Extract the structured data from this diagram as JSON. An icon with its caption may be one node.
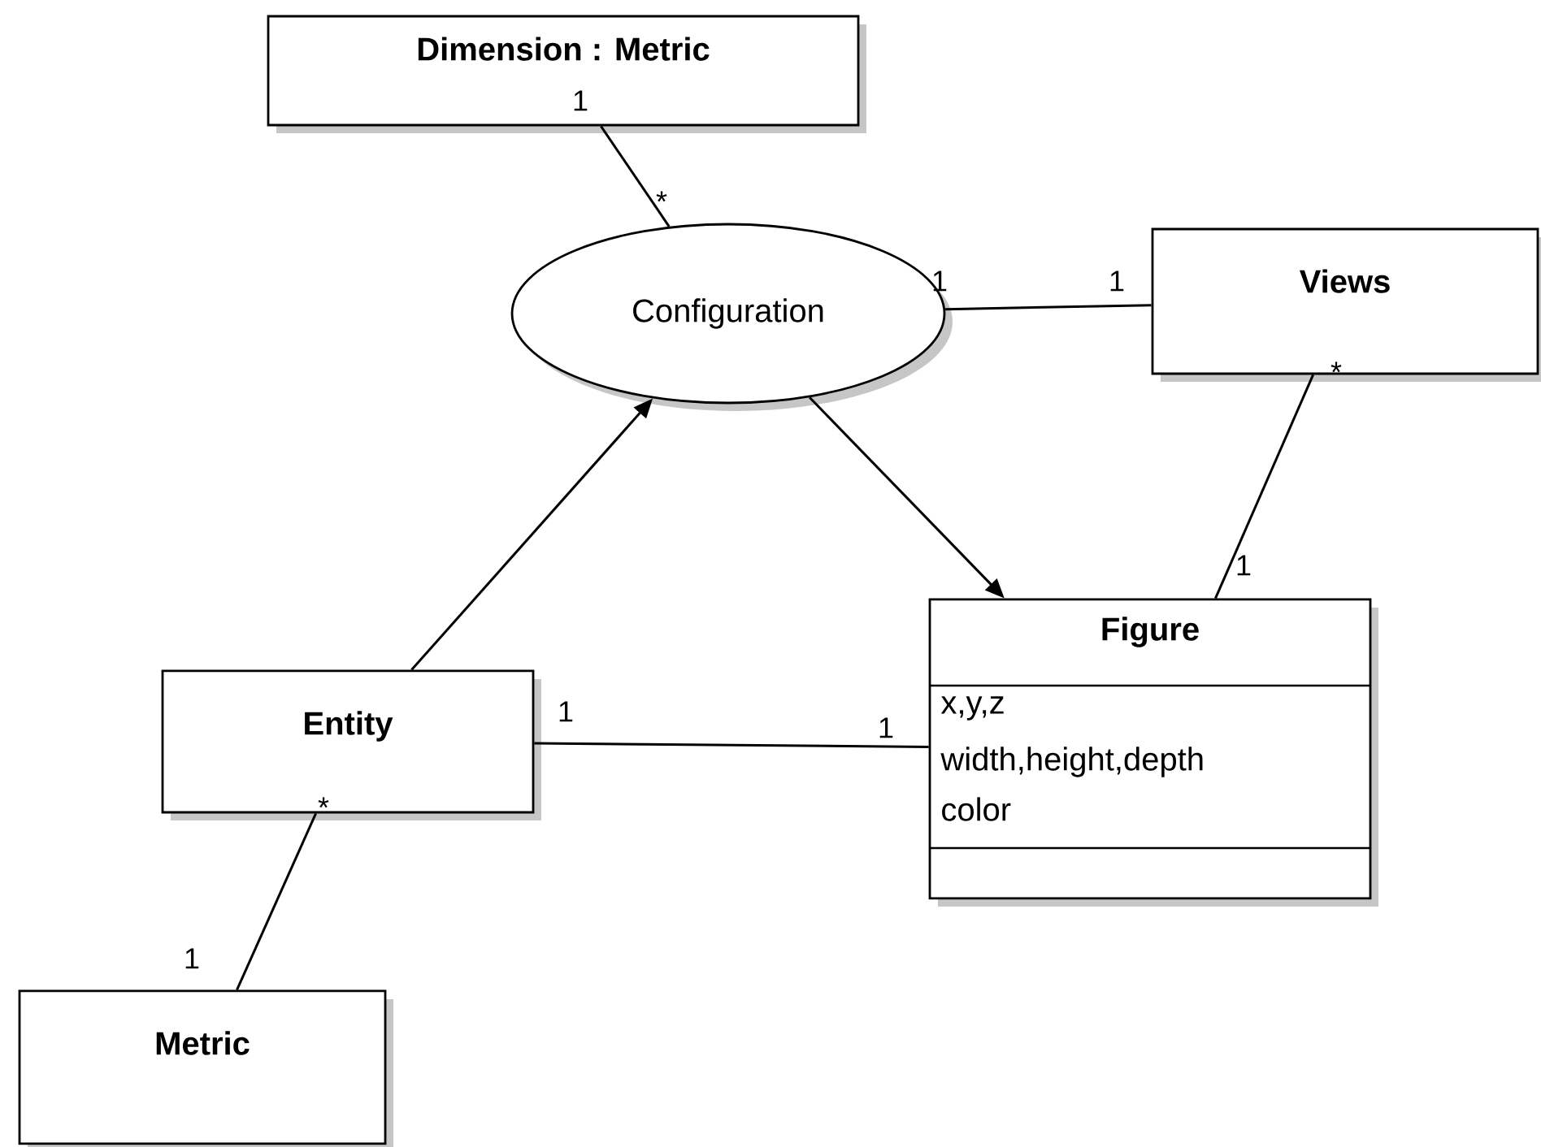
{
  "diagram": {
    "nodes": [
      {
        "text": [
          "Dimension : Metric"
        ]
      },
      {
        "text": [
          "Configuration"
        ]
      },
      {
        "text": [
          "Views"
        ]
      },
      {
        "text": [
          "Figure",
          "x,y,z",
          "width,height,depth",
          "color"
        ]
      },
      {
        "text": [
          "Entity"
        ]
      },
      {
        "text": [
          "Metric"
        ]
      }
    ],
    "edges": [
      {
        "from": 0,
        "to": 1,
        "arrow": "none"
      },
      {
        "from": 1,
        "to": 2,
        "arrow": "none"
      },
      {
        "from": 2,
        "to": 3,
        "arrow": "none"
      },
      {
        "from": 1,
        "to": 3,
        "arrow": "to"
      },
      {
        "from": 4,
        "to": 1,
        "arrow": "to"
      },
      {
        "from": 4,
        "to": 3,
        "arrow": "none"
      },
      {
        "from": 4,
        "to": 5,
        "arrow": "none"
      }
    ],
    "labels": [
      "1",
      "*",
      "1",
      "1",
      "*",
      "1",
      "1",
      "1",
      "*",
      "1"
    ]
  }
}
